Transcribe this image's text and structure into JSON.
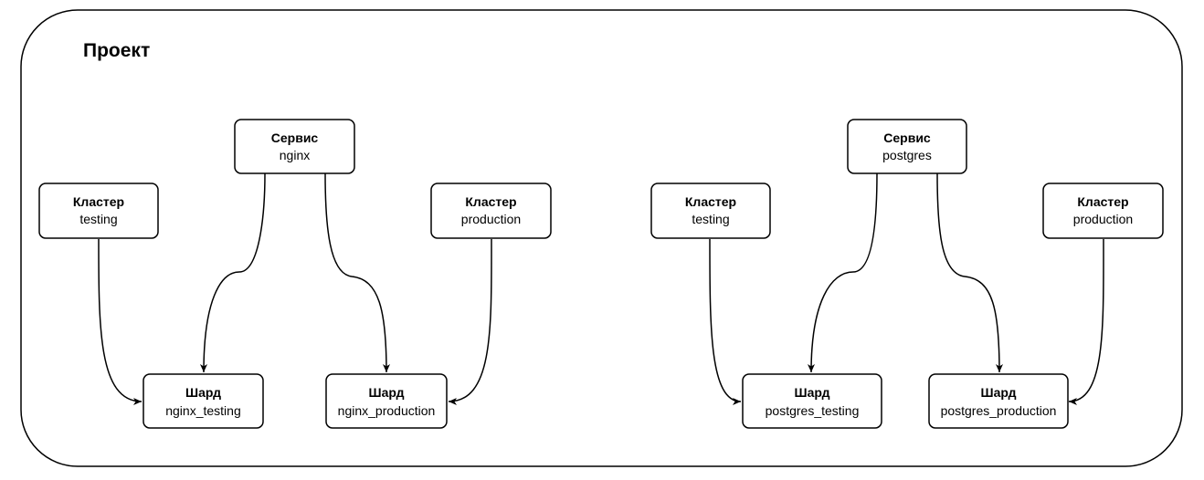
{
  "project": {
    "title": "Проект"
  },
  "nodes": {
    "service_nginx": {
      "title": "Сервис",
      "name": "nginx"
    },
    "cluster_testing_1": {
      "title": "Кластер",
      "name": "testing"
    },
    "cluster_production_1": {
      "title": "Кластер",
      "name": "production"
    },
    "shard_nginx_testing": {
      "title": "Шард",
      "name": "nginx_testing"
    },
    "shard_nginx_production": {
      "title": "Шард",
      "name": "nginx_production"
    },
    "service_postgres": {
      "title": "Сервис",
      "name": "postgres"
    },
    "cluster_testing_2": {
      "title": "Кластер",
      "name": "testing"
    },
    "cluster_production_2": {
      "title": "Кластер",
      "name": "production"
    },
    "shard_postgres_testing": {
      "title": "Шард",
      "name": "postgres_testing"
    },
    "shard_postgres_production": {
      "title": "Шард",
      "name": "postgres_production"
    }
  },
  "edges": [
    {
      "from": "service_nginx",
      "to": "shard_nginx_testing"
    },
    {
      "from": "service_nginx",
      "to": "shard_nginx_production"
    },
    {
      "from": "cluster_testing_1",
      "to": "shard_nginx_testing"
    },
    {
      "from": "cluster_production_1",
      "to": "shard_nginx_production"
    },
    {
      "from": "service_postgres",
      "to": "shard_postgres_testing"
    },
    {
      "from": "service_postgres",
      "to": "shard_postgres_production"
    },
    {
      "from": "cluster_testing_2",
      "to": "shard_postgres_testing"
    },
    {
      "from": "cluster_production_2",
      "to": "shard_postgres_production"
    }
  ],
  "colors": {
    "stroke": "#000000",
    "fill": "#ffffff"
  }
}
